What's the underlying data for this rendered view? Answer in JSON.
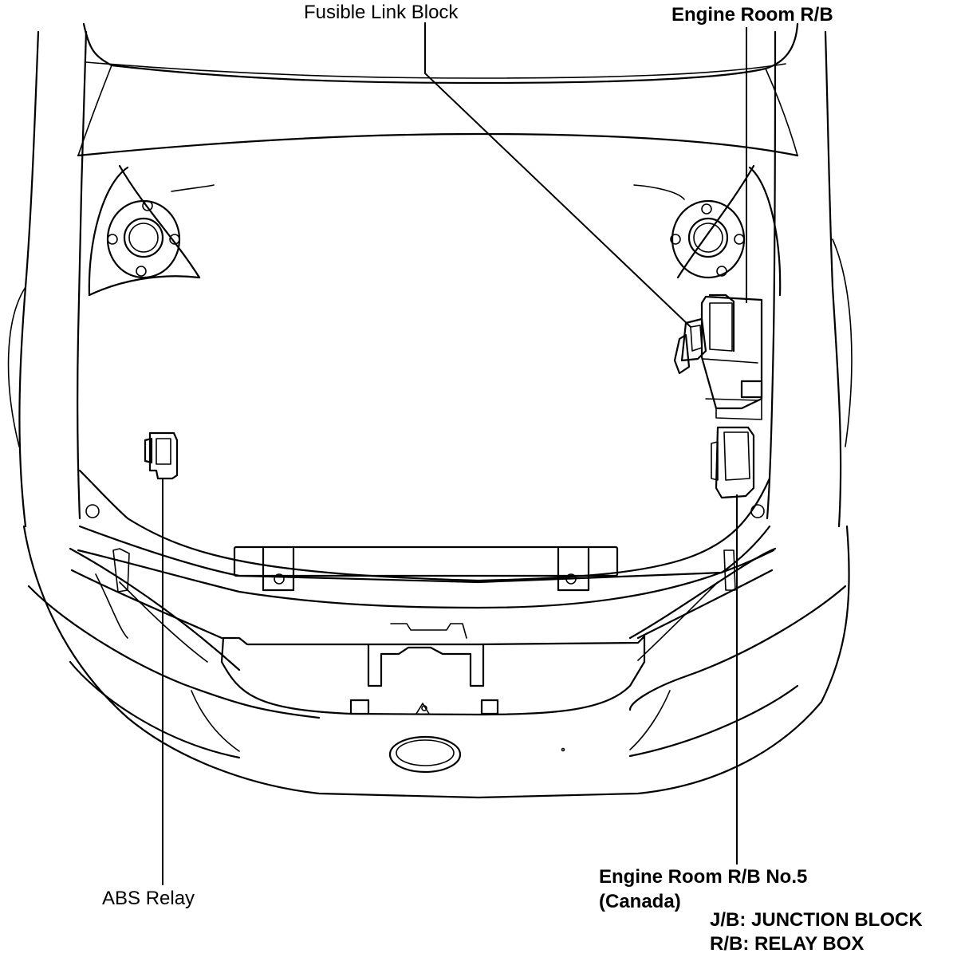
{
  "labels": {
    "fusible_link_block": "Fusible Link Block",
    "engine_room_rb": "Engine Room R/B",
    "abs_relay": "ABS Relay",
    "engine_room_rb_no5": "Engine Room R/B No.5",
    "canada": "(Canada)"
  },
  "legend": {
    "jb": "J/B: JUNCTION BLOCK",
    "rb": "R/B: RELAY BOX"
  },
  "colors": {
    "ink": "#000000",
    "paper": "#ffffff"
  }
}
